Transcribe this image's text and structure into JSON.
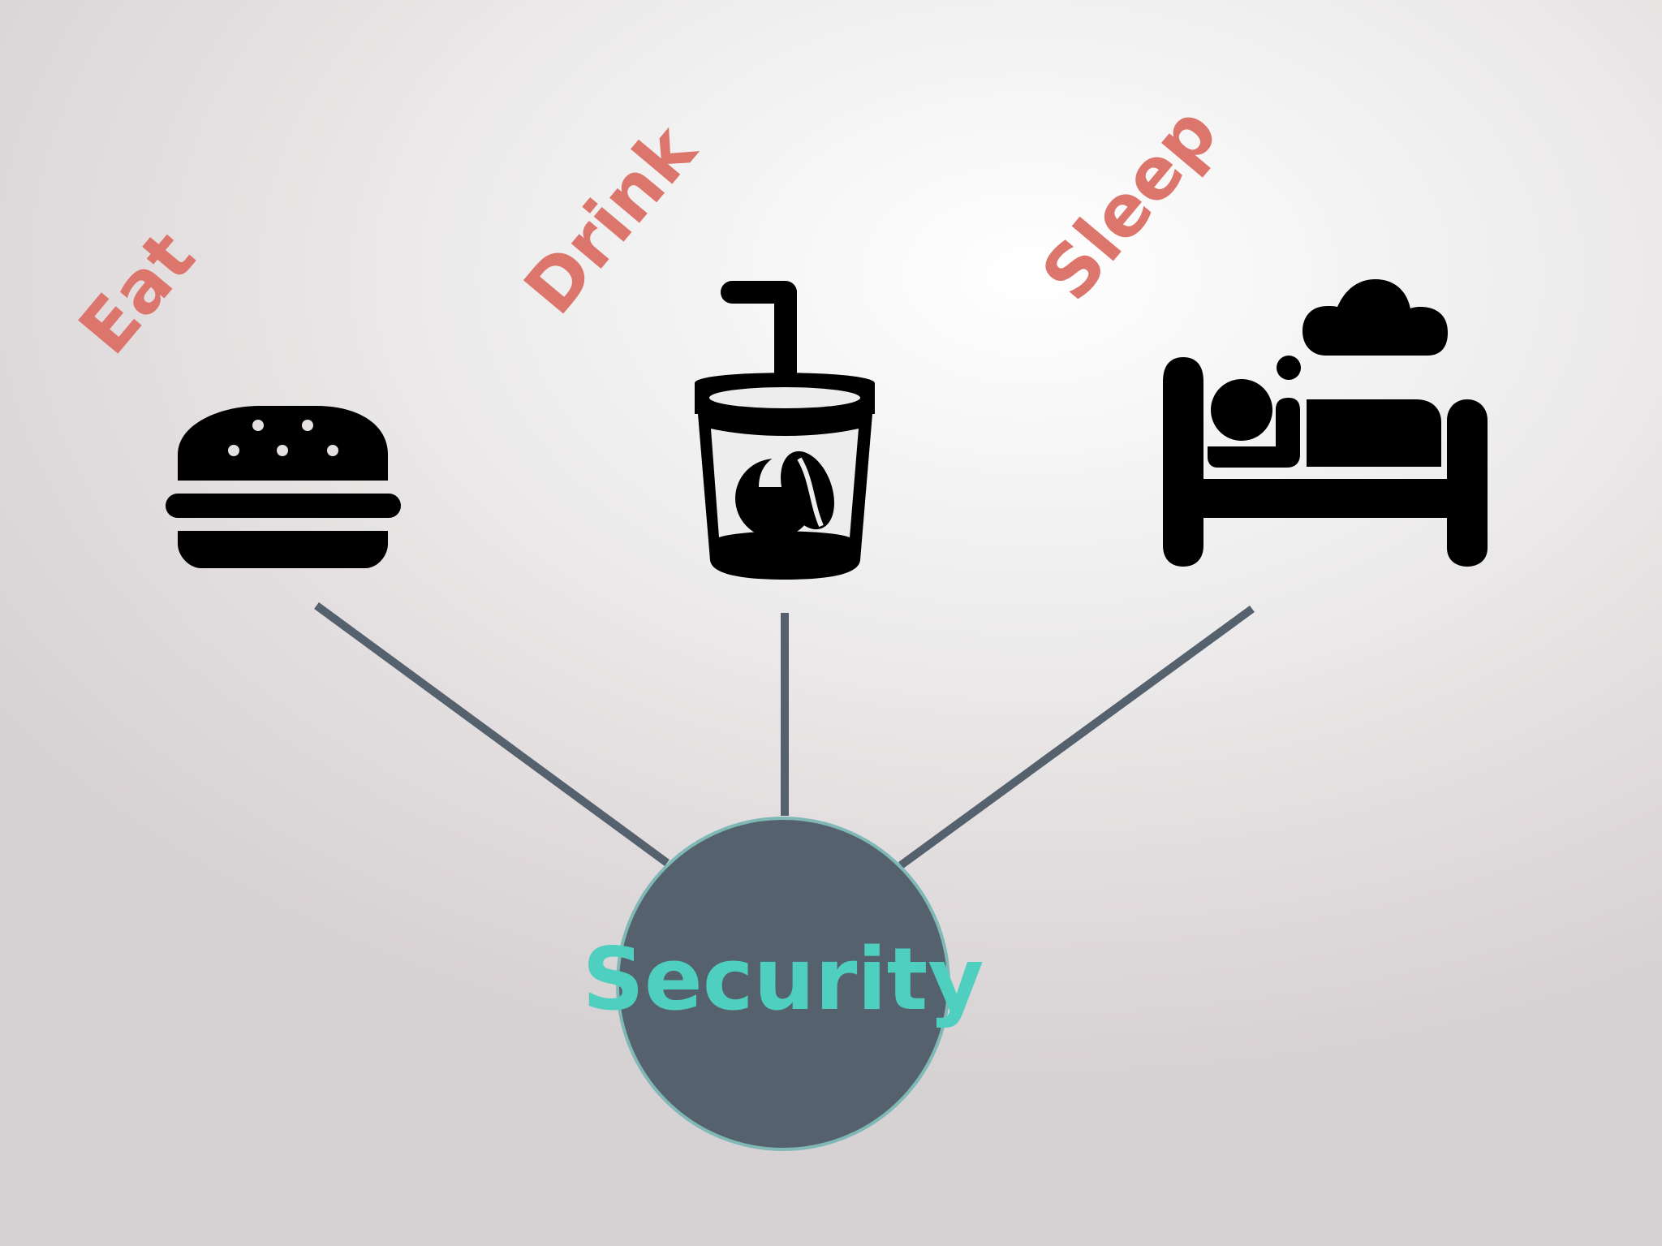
{
  "diagram": {
    "hub": {
      "label": "Security"
    },
    "needs": [
      {
        "id": "eat",
        "label": "Eat",
        "icon": "burger-icon"
      },
      {
        "id": "drink",
        "label": "Drink",
        "icon": "drink-cup-icon"
      },
      {
        "id": "sleep",
        "label": "Sleep",
        "icon": "sleeping-bed-icon"
      }
    ]
  },
  "colors": {
    "label": "#dc766c",
    "hub_fill": "#55616d",
    "hub_border": "#7fb8b5",
    "hub_text": "#4fcfc0",
    "connector": "#55616d",
    "icon": "#000000"
  }
}
